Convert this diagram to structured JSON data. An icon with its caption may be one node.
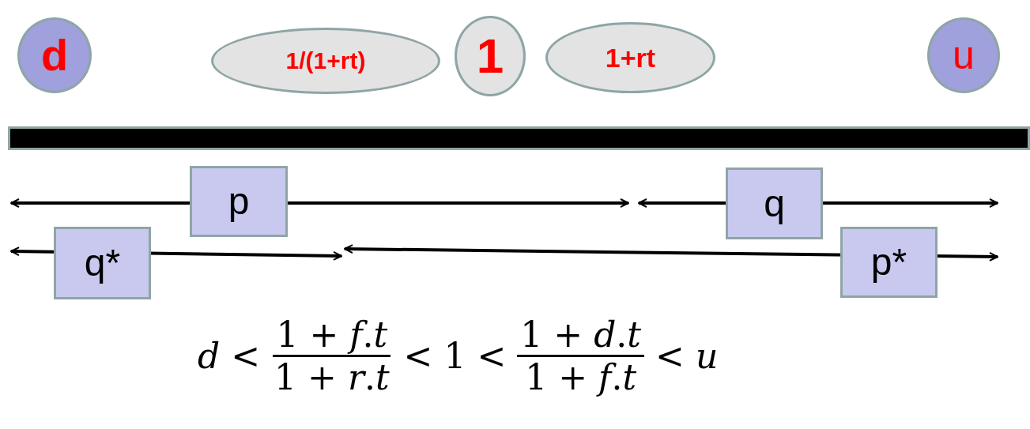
{
  "diagram": {
    "nodes": [
      {
        "text": [
          "d"
        ]
      },
      {
        "text": [
          "1/(1+rt)"
        ]
      },
      {
        "text": [
          "1"
        ]
      },
      {
        "text": [
          "1+rt"
        ]
      },
      {
        "text": [
          "u"
        ]
      },
      {
        "text": [],
        "shape": "bar"
      },
      {
        "text": [
          "p"
        ]
      },
      {
        "text": [
          "q"
        ]
      },
      {
        "text": [
          "q*"
        ]
      },
      {
        "text": [
          "p*"
        ]
      }
    ],
    "labels": [
      "*d* <",
      "1 + *f*.*t*",
      "1 + *r*.*t*",
      "< 1 <",
      "1 + *d*.*t*",
      "1 + *f*.*t*",
      "< *u*"
    ]
  }
}
